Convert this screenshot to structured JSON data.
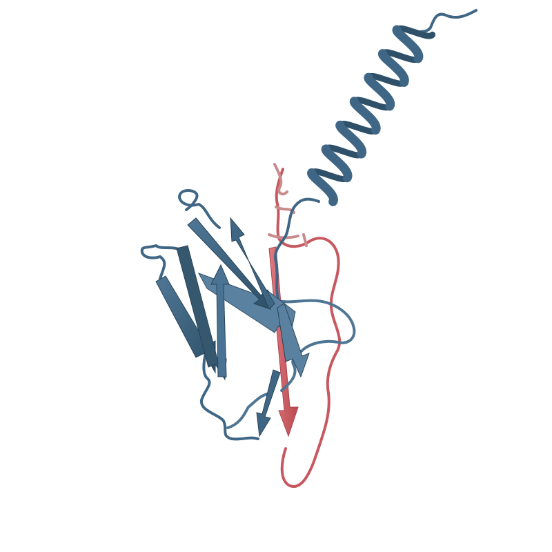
{
  "image": {
    "background": "#ffffff",
    "subject": "protein-cartoon-structure",
    "chains": [
      {
        "id": "chain-blue",
        "color": "#3f6785",
        "color_dark": "#2e5068",
        "color_light": "#6f90aa"
      },
      {
        "id": "chain-red",
        "color": "#d66a70",
        "color_dark": "#b4474e",
        "color_light": "#e69498"
      }
    ]
  }
}
